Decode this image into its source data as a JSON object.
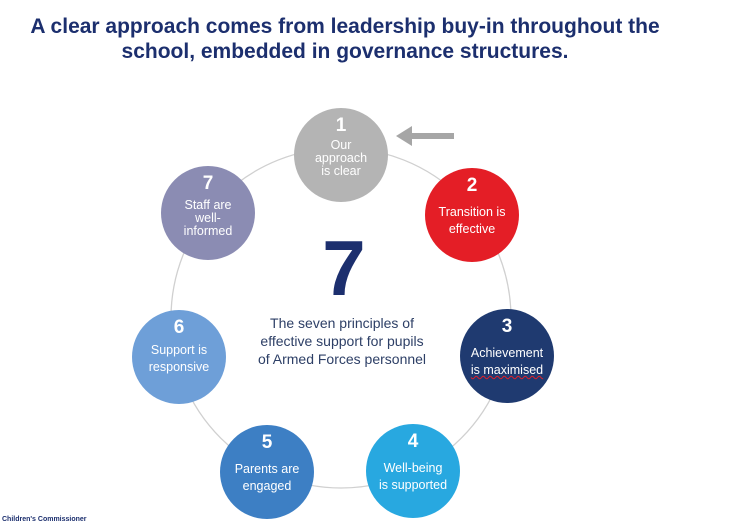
{
  "title": {
    "line1": "A clear approach comes from leadership buy-in throughout the",
    "line2": "school, embedded in governance structures."
  },
  "center": {
    "big_number": "7",
    "line1": "The seven principles of",
    "line2": "effective support for pupils",
    "line3": "of Armed Forces personnel"
  },
  "principles": [
    {
      "number": "1",
      "label_lines": [
        "Our",
        "approach",
        "is clear"
      ],
      "color": "#b4b4b4"
    },
    {
      "number": "2",
      "label_lines": [
        "Transition is",
        "effective"
      ],
      "color": "#e41e26"
    },
    {
      "number": "3",
      "label_lines": [
        "Achievement",
        "is maximised"
      ],
      "color": "#1f3a70"
    },
    {
      "number": "4",
      "label_lines": [
        "Well-being",
        "is supported"
      ],
      "color": "#28a8e0"
    },
    {
      "number": "5",
      "label_lines": [
        "Parents are",
        "engaged"
      ],
      "color": "#3d7fc4"
    },
    {
      "number": "6",
      "label_lines": [
        "Support is",
        "responsive"
      ],
      "color": "#6e9fd8"
    },
    {
      "number": "7",
      "label_lines": [
        "Staff are",
        "well-",
        "informed"
      ],
      "color": "#8b8cb3"
    }
  ],
  "arrow": {
    "icon": "left-arrow-icon",
    "color": "#a6a6a6"
  },
  "footer": {
    "text": "Children's Commissioner"
  }
}
